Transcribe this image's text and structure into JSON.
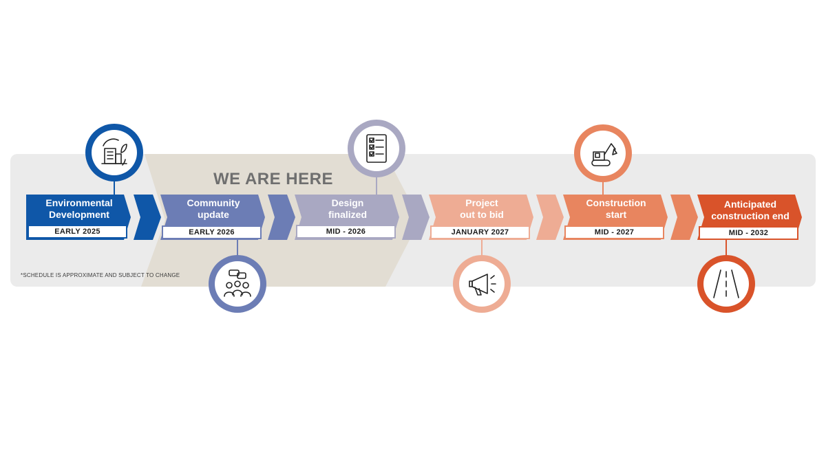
{
  "banner": {
    "label": "WE ARE HERE"
  },
  "footnote": "*SCHEDULE IS APPROXIMATE AND SUBJECT TO CHANGE",
  "stages": [
    {
      "title": [
        "Environmental",
        "Development"
      ],
      "date": "EARLY 2025",
      "color": "#0f57a8",
      "icon": "building-leaf-cycle-icon"
    },
    {
      "title": [
        "Community",
        "update"
      ],
      "date": "EARLY 2026",
      "color": "#6c7db5",
      "icon": "people-chat-icon"
    },
    {
      "title": [
        "Design",
        "finalized"
      ],
      "date": "MID - 2026",
      "color": "#a9a8c2",
      "icon": "checklist-document-icon"
    },
    {
      "title": [
        "Project",
        "out to bid"
      ],
      "date": "JANUARY 2027",
      "color": "#eeac94",
      "icon": "megaphone-icon"
    },
    {
      "title": [
        "Construction",
        "start"
      ],
      "date": "MID - 2027",
      "color": "#e8855f",
      "icon": "excavator-icon"
    },
    {
      "title": [
        "Anticipated",
        "construction end"
      ],
      "date": "MID - 2032",
      "color": "#d9532a",
      "icon": "road-icon"
    }
  ]
}
